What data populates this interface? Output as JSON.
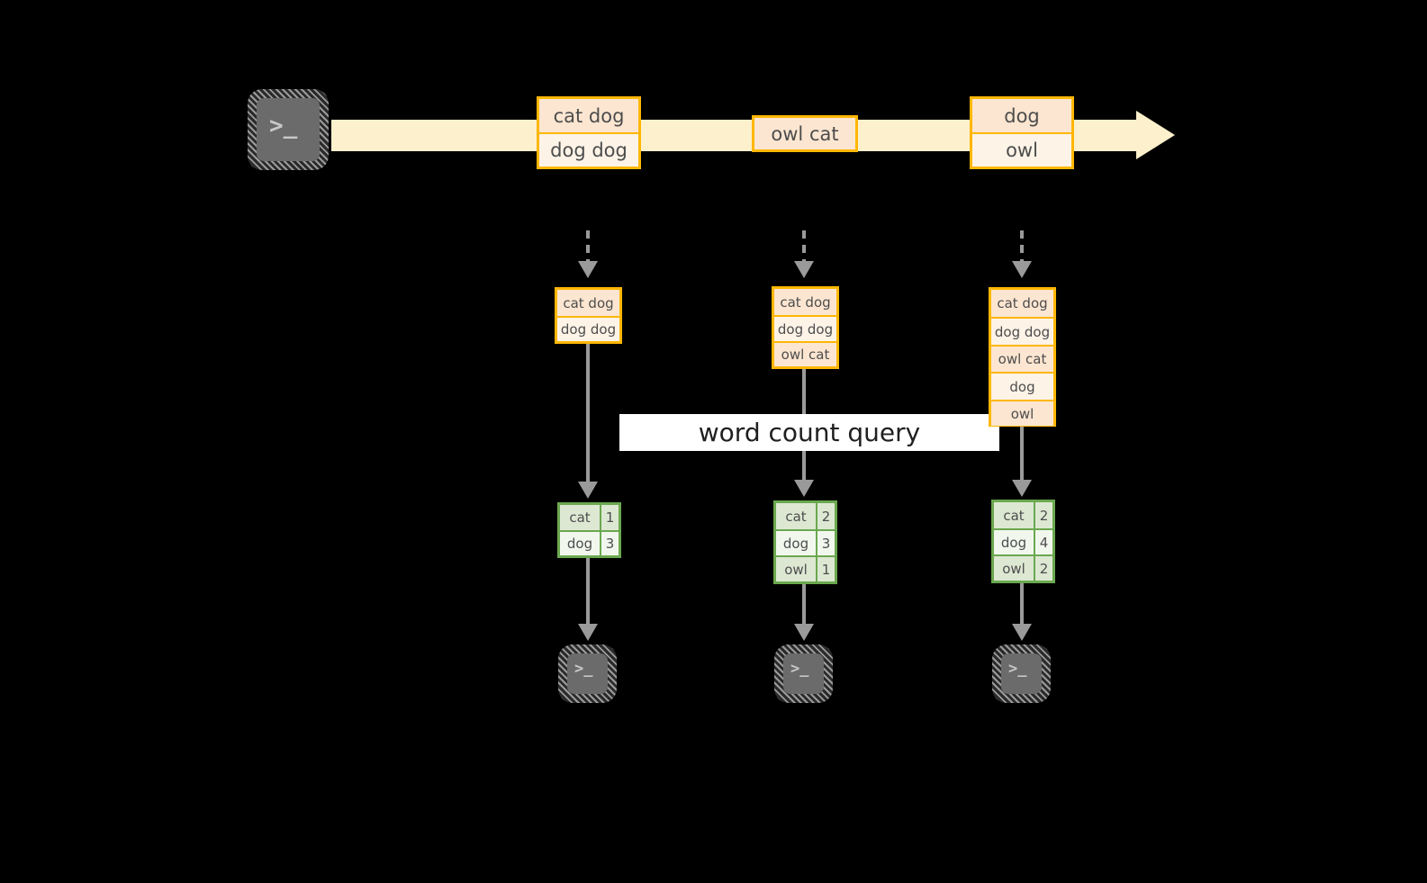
{
  "theme": {
    "background": "#000000",
    "stream_fill": "#fdf0cd",
    "record_border": "#ffb703",
    "record_fill": "#fdf3e7",
    "record_fill_shade": "#fce6d1",
    "result_border": "#6aa84f",
    "result_fill": "#f2f7ee",
    "result_fill_shade": "#dde8d3",
    "connector": "#9a9a9a",
    "terminal_fill": "#6b6b6b",
    "label_band_fill": "#ffffff",
    "text": "#4d4d4d"
  },
  "source": {
    "icon": "terminal-icon",
    "prompt": ">_"
  },
  "stream": {
    "icon": "right-arrow-icon",
    "events": [
      {
        "id": "event-1",
        "lines": [
          {
            "text": "cat dog",
            "shaded": true
          },
          {
            "text": "dog dog",
            "shaded": false
          }
        ]
      },
      {
        "id": "event-2",
        "lines": [
          {
            "text": "owl cat",
            "shaded": true
          }
        ]
      },
      {
        "id": "event-3",
        "lines": [
          {
            "text": "dog",
            "shaded": true
          },
          {
            "text": "owl",
            "shaded": false
          }
        ]
      }
    ]
  },
  "query": {
    "label": "word count query"
  },
  "columns": [
    {
      "id": "snapshot-1",
      "input": {
        "lines": [
          {
            "text": "cat dog",
            "shaded": true
          },
          {
            "text": "dog dog",
            "shaded": false
          }
        ]
      },
      "result": {
        "rows": [
          {
            "key": "cat",
            "value": "1",
            "shaded": true
          },
          {
            "key": "dog",
            "value": "3",
            "shaded": false
          }
        ]
      },
      "sink": {
        "icon": "terminal-icon",
        "prompt": ">_"
      }
    },
    {
      "id": "snapshot-2",
      "input": {
        "lines": [
          {
            "text": "cat dog",
            "shaded": true
          },
          {
            "text": "dog dog",
            "shaded": false
          },
          {
            "text": "owl cat",
            "shaded": true
          }
        ]
      },
      "result": {
        "rows": [
          {
            "key": "cat",
            "value": "2",
            "shaded": true
          },
          {
            "key": "dog",
            "value": "3",
            "shaded": false
          },
          {
            "key": "owl",
            "value": "1",
            "shaded": true
          }
        ]
      },
      "sink": {
        "icon": "terminal-icon",
        "prompt": ">_"
      }
    },
    {
      "id": "snapshot-3",
      "input": {
        "lines": [
          {
            "text": "cat dog",
            "shaded": true
          },
          {
            "text": "dog dog",
            "shaded": false
          },
          {
            "text": "owl cat",
            "shaded": true
          },
          {
            "text": "dog",
            "shaded": false
          },
          {
            "text": "owl",
            "shaded": true
          }
        ]
      },
      "result": {
        "rows": [
          {
            "key": "cat",
            "value": "2",
            "shaded": true
          },
          {
            "key": "dog",
            "value": "4",
            "shaded": false
          },
          {
            "key": "owl",
            "value": "2",
            "shaded": true
          }
        ]
      },
      "sink": {
        "icon": "terminal-icon",
        "prompt": ">_"
      }
    }
  ]
}
